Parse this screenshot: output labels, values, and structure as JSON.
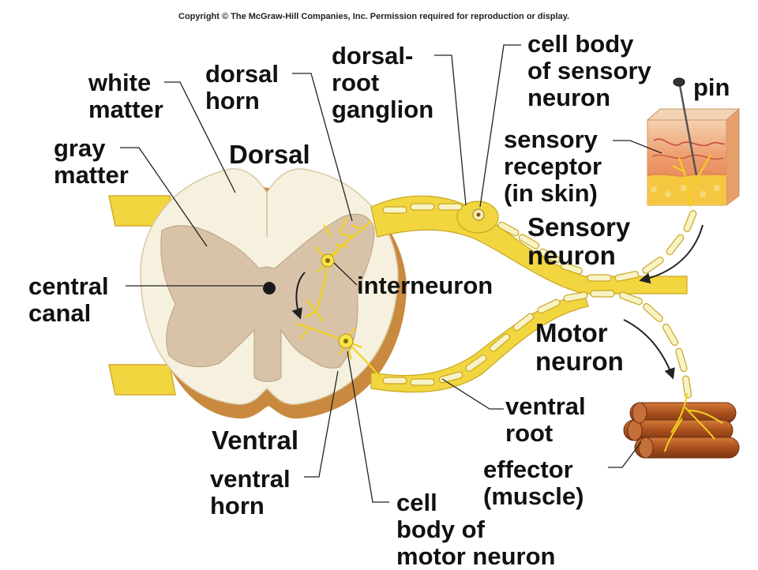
{
  "copyright": "Copyright © The McGraw-Hill Companies, Inc. Permission required for reproduction or display.",
  "labels": {
    "white_matter": "white\nmatter",
    "gray_matter": "gray\nmatter",
    "dorsal_horn": "dorsal\nhorn",
    "dorsal": "Dorsal",
    "dorsal_root_ganglion": "dorsal-\nroot\nganglion",
    "cell_body_sensory": "cell body\nof sensory\nneuron",
    "pin": "pin",
    "sensory_receptor": "sensory\nreceptor\n(in skin)",
    "sensory_neuron": "Sensory\nneuron",
    "central_canal": "central\ncanal",
    "interneuron": "interneuron",
    "motor_neuron": "Motor\nneuron",
    "ventral_root": "ventral\nroot",
    "ventral": "Ventral",
    "ventral_horn": "ventral\nhorn",
    "effector": "effector\n(muscle)",
    "cell_body_motor": "cell\nbody of\nmotor neuron"
  },
  "colors": {
    "white_matter": "#f6f1df",
    "gray_matter": "#d9c3a8",
    "cord_side": "#c88a44",
    "nerve": "#f2d640",
    "neuron": "#f7e34a",
    "skin": "#f0a46a",
    "fat": "#f5c640",
    "muscle": "#b65a26"
  }
}
